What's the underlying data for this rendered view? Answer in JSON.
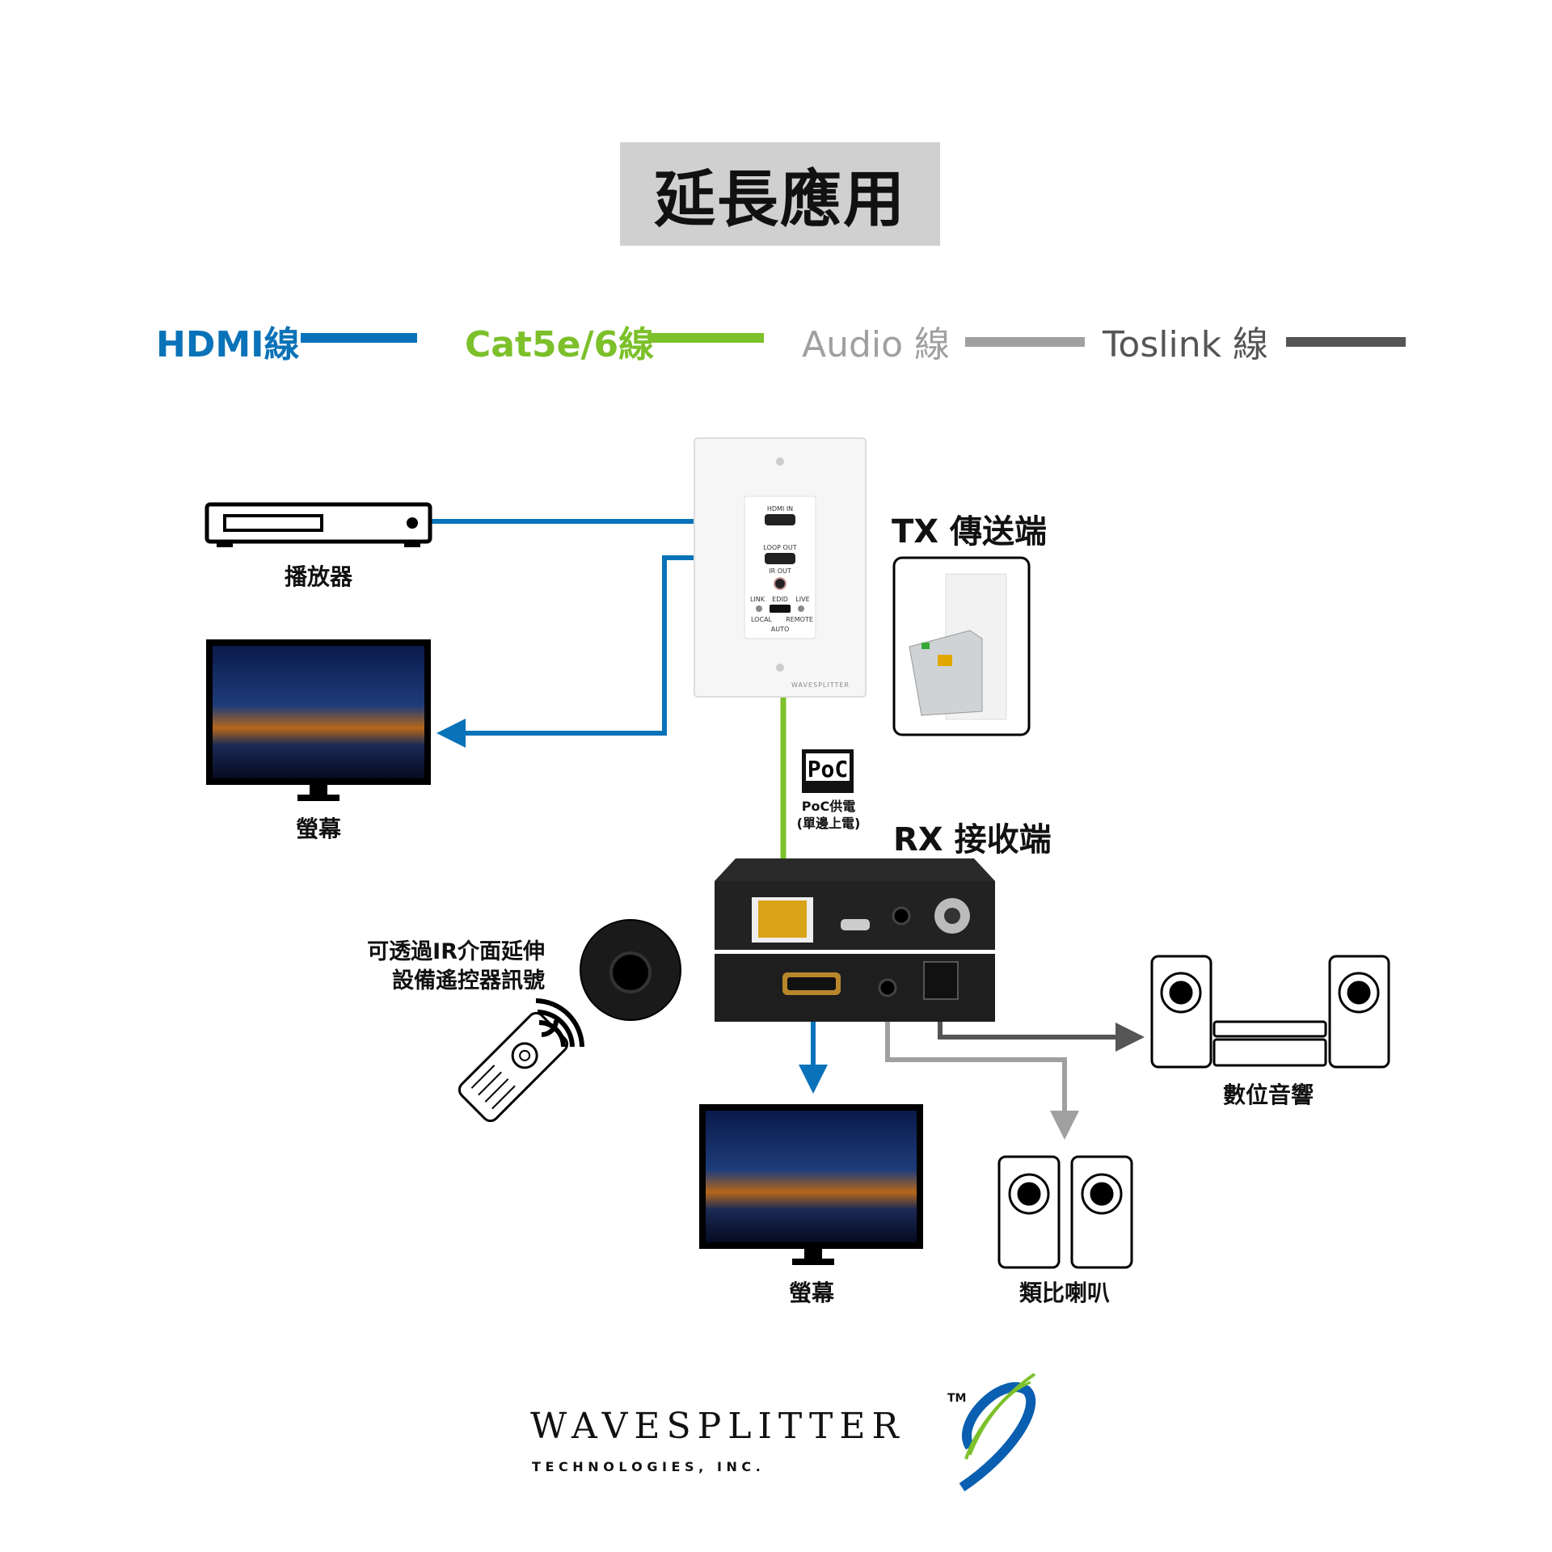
{
  "title": "延長應用",
  "legend": [
    {
      "label": "HDMI線",
      "color": "#0a72b8"
    },
    {
      "label": "Cat5e/6線",
      "color": "#7cc02a"
    },
    {
      "label": "Audio 線",
      "color": "#a0a0a0"
    },
    {
      "label": "Toslink 線",
      "color": "#555555"
    }
  ],
  "devices": {
    "player": "播放器",
    "monitor_tx": "螢幕",
    "tx_label": "TX 傳送端",
    "poc_label": "PoC供電",
    "poc_sub": "(單邊上電)",
    "poc_icon": "PoC",
    "rx_label": "RX 接收端",
    "ir_line1": "可透過IR介面延伸",
    "ir_line2": "設備遙控器訊號",
    "monitor_rx": "螢幕",
    "digital_audio": "數位音響",
    "analog_speakers": "類比喇叭"
  },
  "wallplate": {
    "hdmi_in": "HDMI IN",
    "loop_out": "LOOP OUT",
    "ir_out": "IR OUT",
    "link": "LINK",
    "edid": "EDID",
    "live": "LIVE",
    "local": "LOCAL",
    "auto": "AUTO",
    "remote": "REMOTE",
    "brand": "WAVESPLITTER"
  },
  "logo": {
    "name": "WAVESPLITTER",
    "tm": "TM",
    "sub": "T E C H N O L O G I E S ,   I N C ."
  }
}
